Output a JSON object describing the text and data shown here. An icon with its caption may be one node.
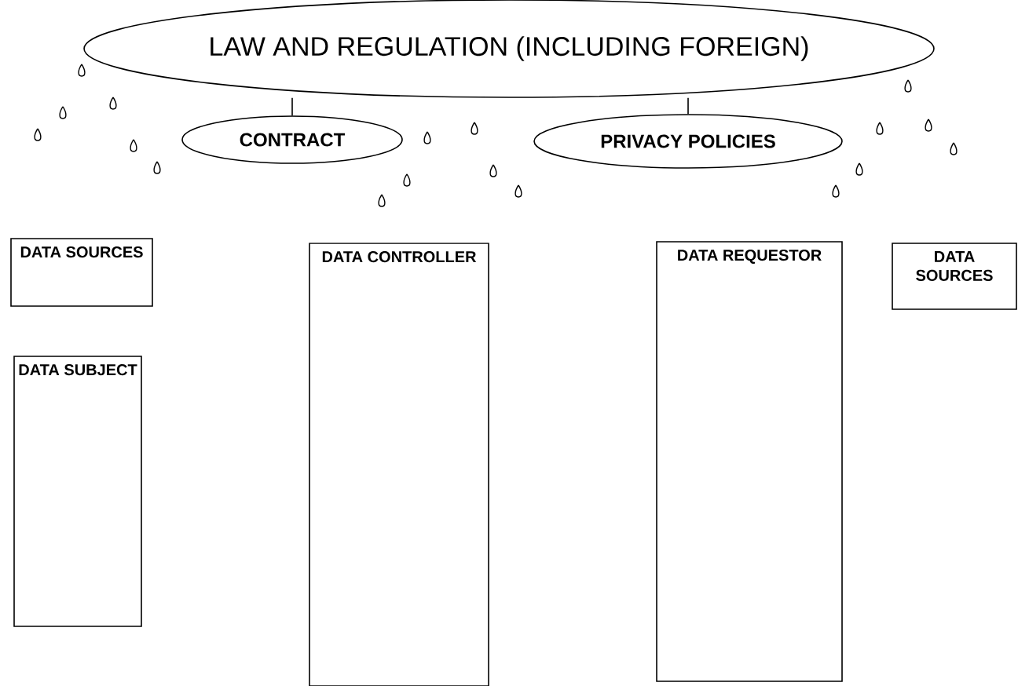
{
  "diagram": {
    "nodes": [
      {
        "text": [
          "LAW AND REGULATION (INCLUDING FOREIGN)"
        ]
      },
      {
        "text": [
          "CONTRACT"
        ]
      },
      {
        "text": [
          "PRIVACY POLICIES"
        ]
      },
      {
        "text": [
          "DATA SOURCES"
        ]
      },
      {
        "text": [
          "DATA CONTROLLER"
        ]
      },
      {
        "text": [
          "DATA REQUESTOR"
        ]
      },
      {
        "text": [
          "DATA SOURCES"
        ]
      },
      {
        "text": [
          "DATA SUBJECT"
        ]
      }
    ],
    "edges": [
      {
        "from": 0,
        "to": 1,
        "arrow": "none"
      },
      {
        "from": 0,
        "to": 2,
        "arrow": "none"
      }
    ]
  }
}
